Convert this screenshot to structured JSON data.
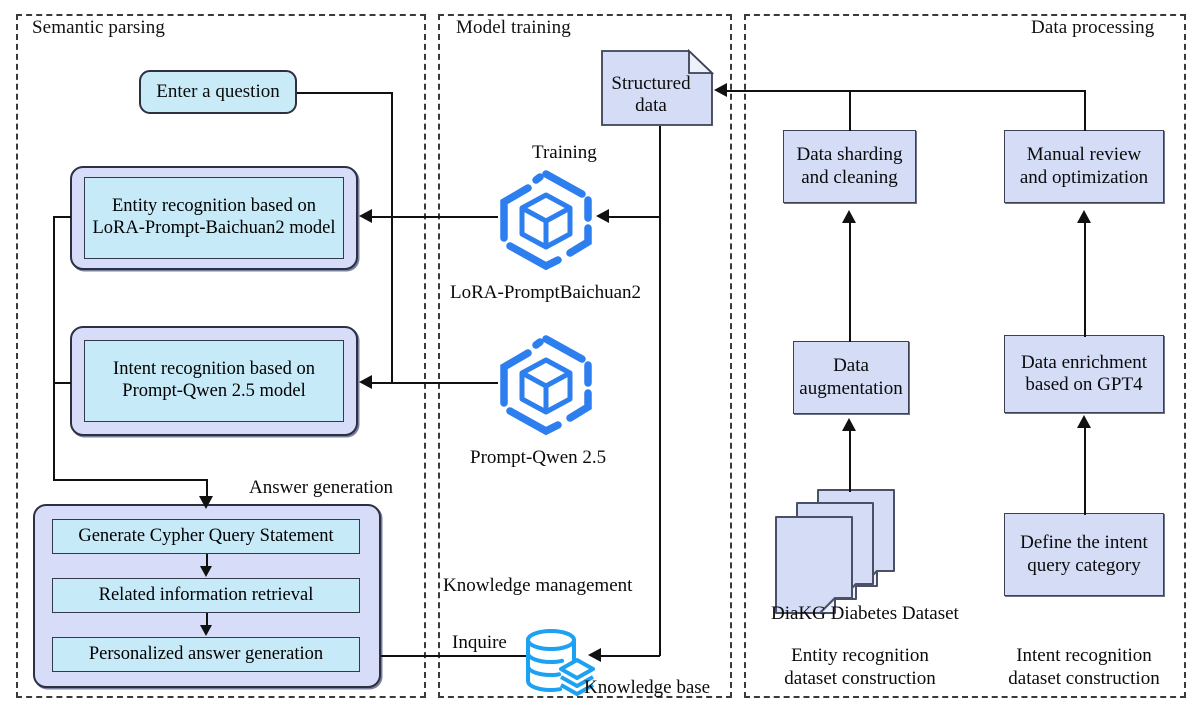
{
  "panels": [
    {
      "id": "semantic-parsing",
      "label": "Semantic parsing"
    },
    {
      "id": "model-training",
      "label": "Model training"
    },
    {
      "id": "data-processing",
      "label": "Data processing"
    }
  ],
  "semantic_parsing": {
    "enter_question": "Enter a question",
    "entity_recognition": "Entity recognition based on LoRA-Prompt-Baichuan2 model",
    "intent_recognition": "Intent recognition based on Prompt-Qwen 2.5 model",
    "answer_generation_label": "Answer generation",
    "answer_steps": [
      "Generate Cypher Query Statement",
      "Related information retrieval",
      "Personalized answer generation"
    ]
  },
  "model_training": {
    "structured_data": "Structured data",
    "training_label": "Training",
    "model_one_label": "LoRA-PromptBaichuan2",
    "model_two_label": "Prompt-Qwen 2.5",
    "knowledge_management_label": "Knowledge management",
    "inquire_label": "Inquire",
    "knowledge_base_label": "Knowledge base"
  },
  "data_processing": {
    "data_sharding": "Data sharding and cleaning",
    "manual_review": "Manual review and optimization",
    "data_augmentation": "Data augmentation",
    "data_enrichment": "Data enrichment based on GPT4",
    "dataset_name": "DiaKG Diabetes Dataset",
    "define_intent": "Define the intent query category",
    "entity_dataset_caption": "Entity recognition dataset construction",
    "intent_dataset_caption": "Intent recognition dataset construction"
  },
  "icons": {
    "cube_hexagon": "cube-hexagon-icon",
    "database": "database-icon",
    "document": "document-icon",
    "stacked_documents": "stacked-documents-icon"
  },
  "colors": {
    "accent_blue": "#2d7ff0",
    "node_lavender": "#d4dcf6",
    "node_cyan": "#c9ebf8",
    "group_fill": "#d7ddf8",
    "stroke": "#2c3040"
  }
}
